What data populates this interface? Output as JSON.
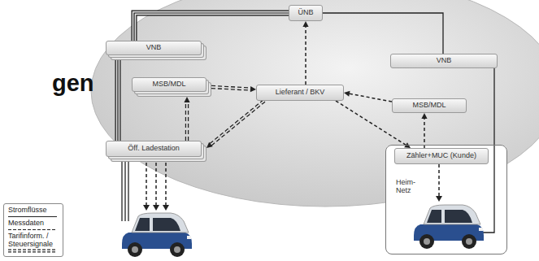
{
  "diagram": {
    "nodes": [
      {
        "text": [
          "ÜNB"
        ]
      },
      {
        "text": [
          "VNB"
        ]
      },
      {
        "text": [
          "VNB"
        ]
      },
      {
        "text": [
          "MSB/MDL"
        ]
      },
      {
        "text": [
          "Lieferant / BKV"
        ]
      },
      {
        "text": [
          "MSB/MDL"
        ]
      },
      {
        "text": [
          "Öff. Ladestation"
        ]
      },
      {
        "text": [
          "Heim- Netz"
        ]
      },
      {
        "text": [
          "Zähler+MUC (Kunde)"
        ],
        "in": 7
      }
    ],
    "edges": [
      {
        "from": 1,
        "to": 0,
        "arrow": "none"
      },
      {
        "from": 2,
        "to": 0,
        "arrow": "none"
      },
      {
        "from": 1,
        "to": 6,
        "arrow": "none"
      },
      {
        "from": 2,
        "to": 7,
        "arrow": "none"
      },
      {
        "from": 3,
        "to": 4,
        "arrow": "to"
      },
      {
        "from": 4,
        "to": 0,
        "arrow": "to"
      },
      {
        "from": 6,
        "to": 3,
        "arrow": "to"
      },
      {
        "from": 4,
        "to": 6,
        "arrow": "to"
      },
      {
        "from": 4,
        "to": 8,
        "arrow": "to"
      },
      {
        "from": 5,
        "to": 4,
        "arrow": "to"
      },
      {
        "from": 8,
        "to": 5,
        "arrow": "to"
      }
    ],
    "labels": [
      "gen"
    ],
    "legend": [
      {
        "text": "Stromflüsse"
      },
      {
        "text": "Messdaten"
      },
      {
        "text": "Tarifinform. / Steuersignale"
      }
    ]
  }
}
